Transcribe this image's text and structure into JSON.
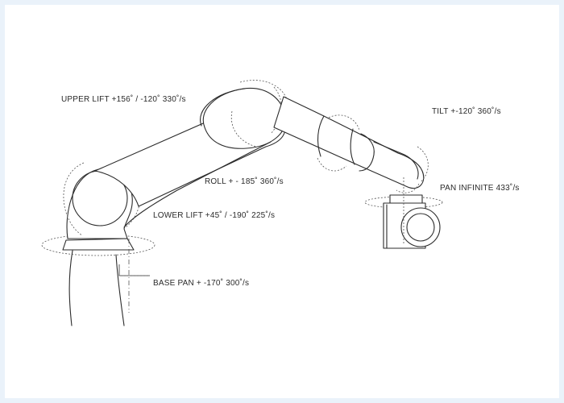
{
  "labels": {
    "upper_lift": "UPPER LIFT  +156˚ / -120˚   330˚/s",
    "tilt": "TILT   +-120˚   360˚/s",
    "roll": "ROLL  + - 185˚  360˚/s",
    "pan_infinite": "PAN INFINITE   433˚/s",
    "lower_lift": "LOWER LIFT  +45˚ / -190˚   225˚/s",
    "base_pan": "BASE PAN  + -170˚   300˚/s"
  },
  "colors": {
    "background": "#eaf2fa",
    "canvas": "#ffffff",
    "line": "#2b2b2b"
  }
}
